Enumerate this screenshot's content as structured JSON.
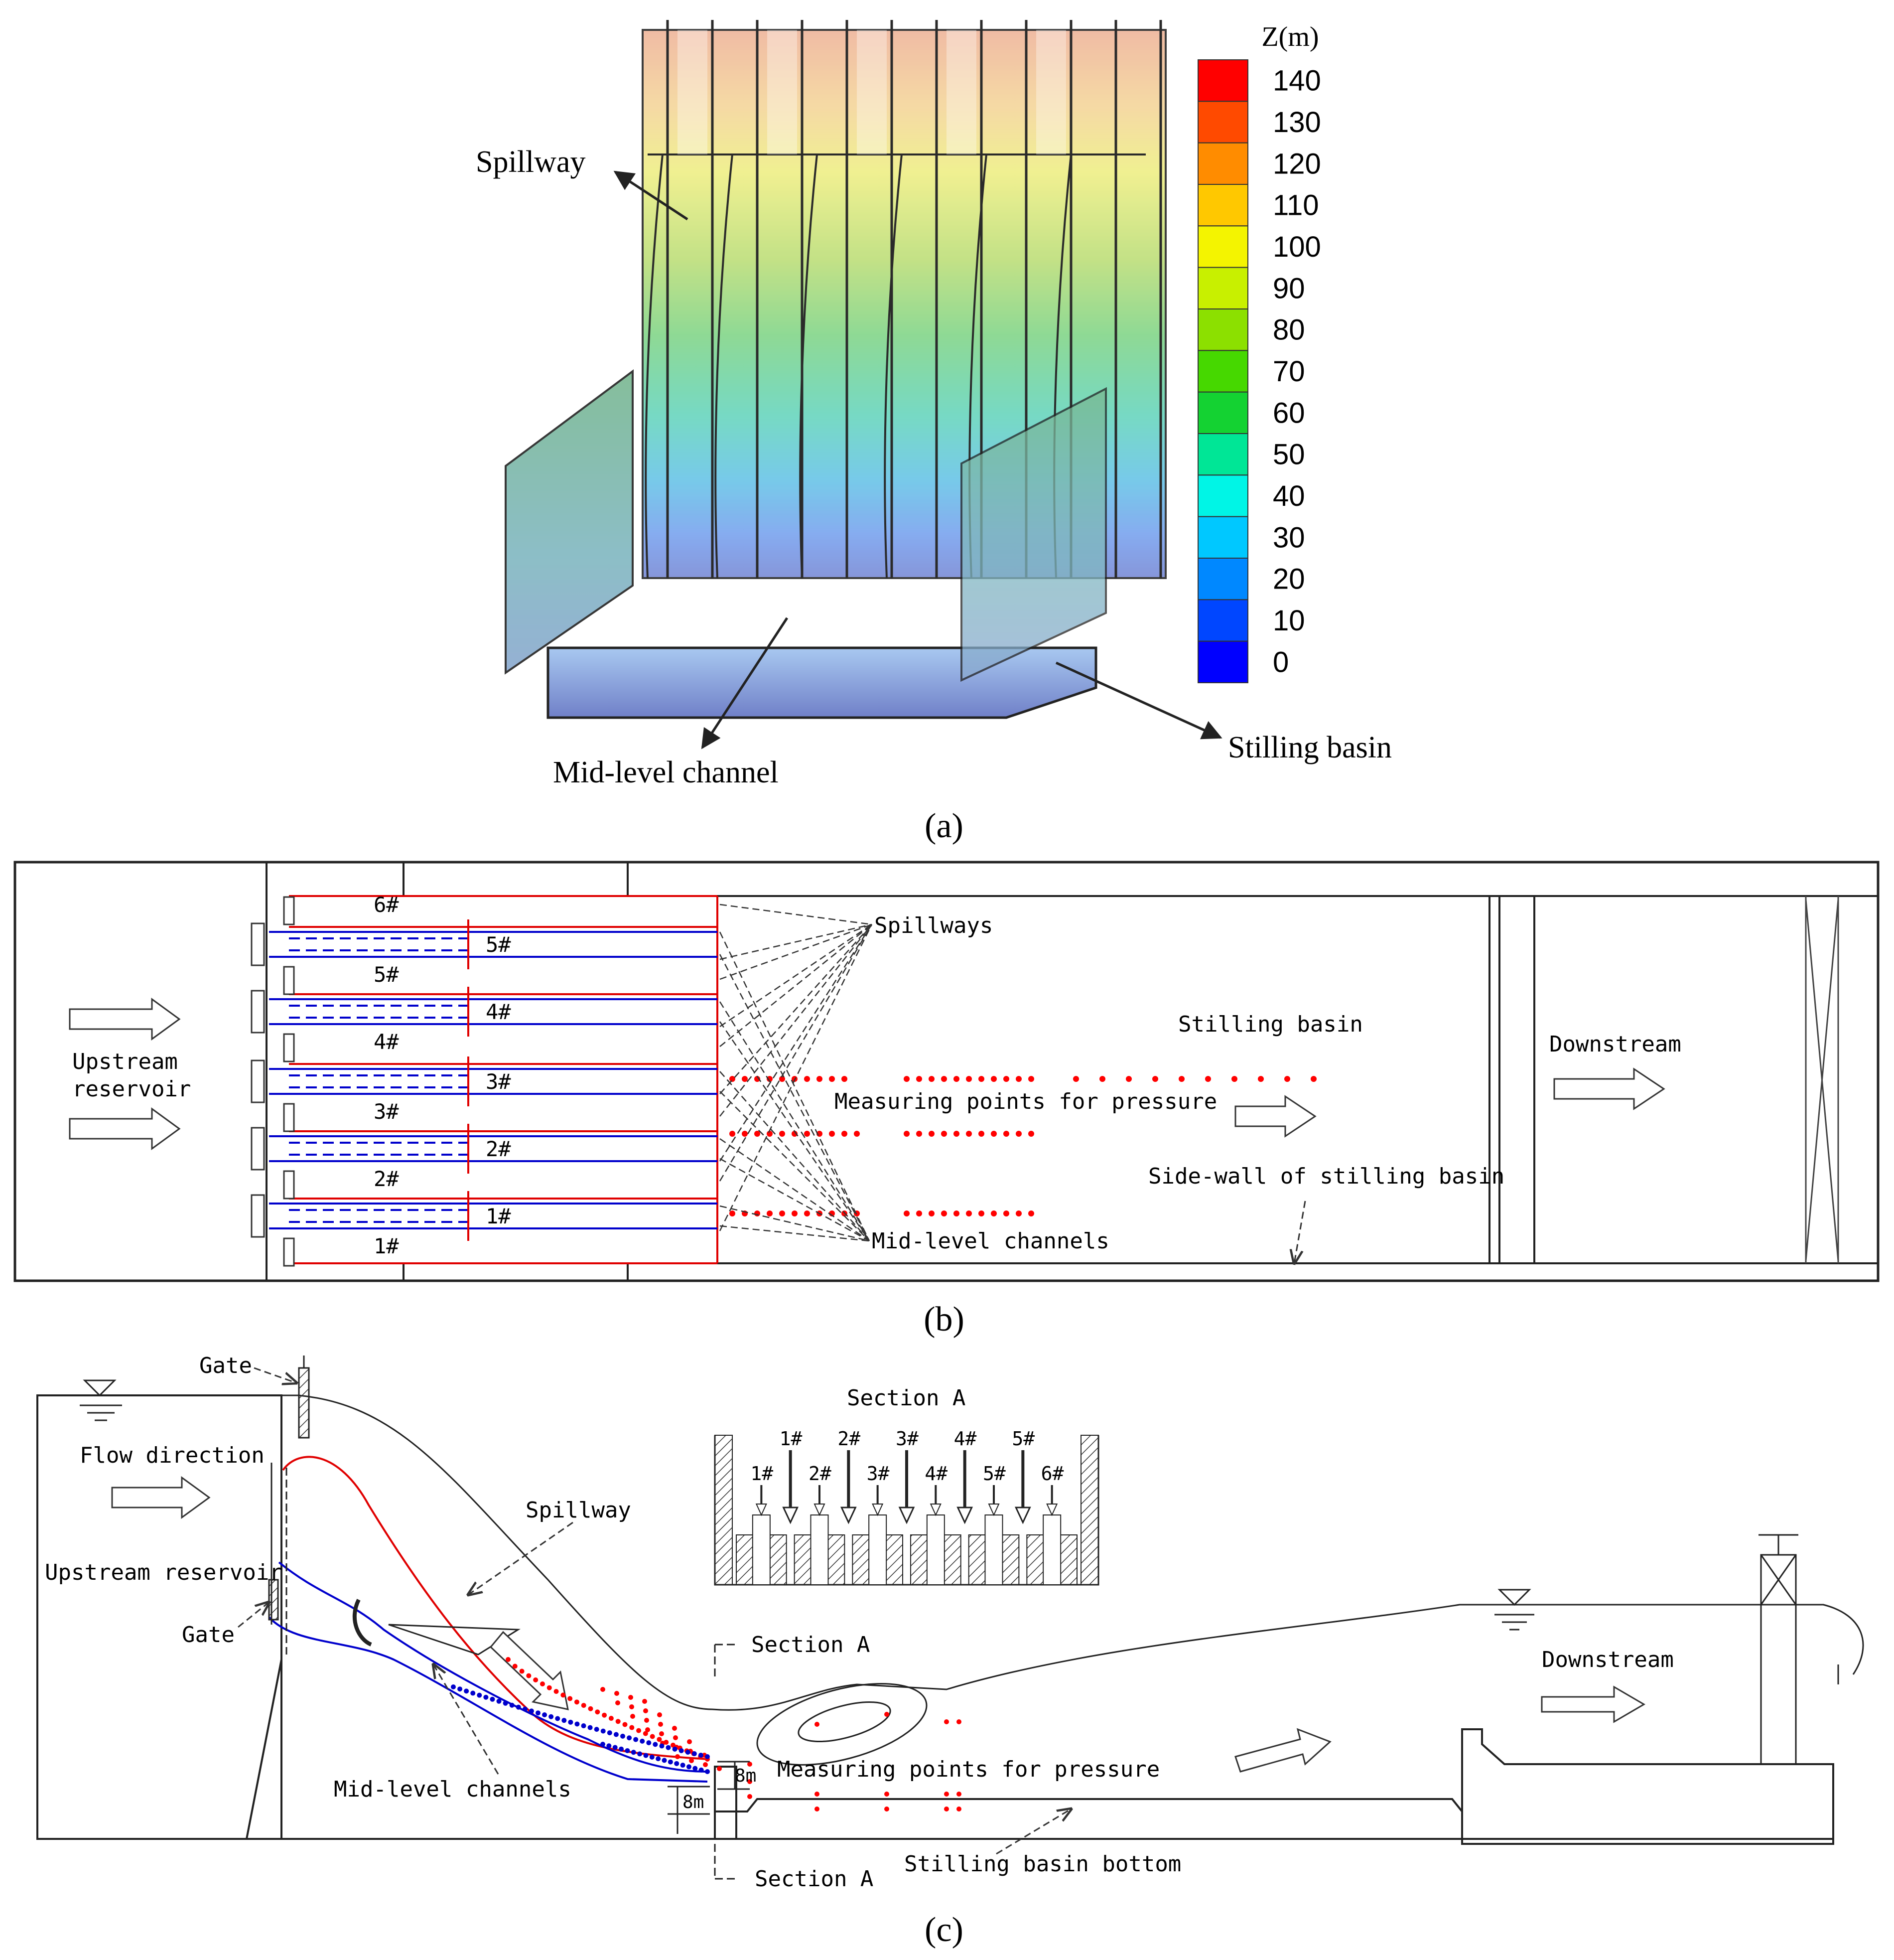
{
  "panel_a": {
    "caption": "(a)",
    "colorbar_title": "Z(m)",
    "colorbar_ticks": [
      "140",
      "130",
      "120",
      "110",
      "100",
      "90",
      "80",
      "70",
      "60",
      "50",
      "40",
      "30",
      "20",
      "10",
      "0"
    ],
    "colorbar_colors": [
      "#ff0000",
      "#ff4a00",
      "#ff8c00",
      "#ffc800",
      "#f4f400",
      "#c8f000",
      "#8ce000",
      "#46d800",
      "#14d232",
      "#00e696",
      "#00f5e6",
      "#00c8ff",
      "#0088ff",
      "#0046ff",
      "#0000ff"
    ],
    "labels": {
      "spillway": "Spillway",
      "mid_level": "Mid-level channel",
      "stilling": "Stilling basin"
    }
  },
  "panel_b": {
    "caption": "(b)",
    "spillway_ids": [
      "6#",
      "5#",
      "4#",
      "3#",
      "2#",
      "1#"
    ],
    "channel_ids": [
      "5#",
      "4#",
      "3#",
      "2#",
      "1#"
    ],
    "labels": {
      "upstream": "Upstream",
      "reservoir": "reservoir",
      "spillways": "Spillways",
      "mid_channels": "Mid-level channels",
      "stilling_basin": "Stilling basin",
      "measuring": "Measuring points for pressure",
      "side_wall": "Side-wall of stilling basin",
      "downstream": "Downstream"
    }
  },
  "panel_c": {
    "caption": "(c)",
    "labels": {
      "gate_top": "Gate",
      "flow_direction": "Flow direction",
      "upstream_reservoir": "Upstream reservoir",
      "gate_bottom": "Gate",
      "spillway": "Spillway",
      "mid_channels": "Mid-level channels",
      "section_a_title": "Section A",
      "section_a_top": "Section A",
      "section_a_bottom": "Section A",
      "measuring": "Measuring points for pressure",
      "downstream": "Downstream",
      "basin_bottom": "Stilling basin bottom",
      "dim_8m_1": "8m",
      "dim_8m_2": "8m"
    },
    "section_top_ids": [
      "1#",
      "2#",
      "3#",
      "4#",
      "5#"
    ],
    "section_low_ids": [
      "1#",
      "2#",
      "3#",
      "4#",
      "5#",
      "6#"
    ]
  },
  "colors": {
    "spillway_line": "#e00000",
    "channel_line": "#0000cc",
    "measure_point": "#ff0000"
  }
}
